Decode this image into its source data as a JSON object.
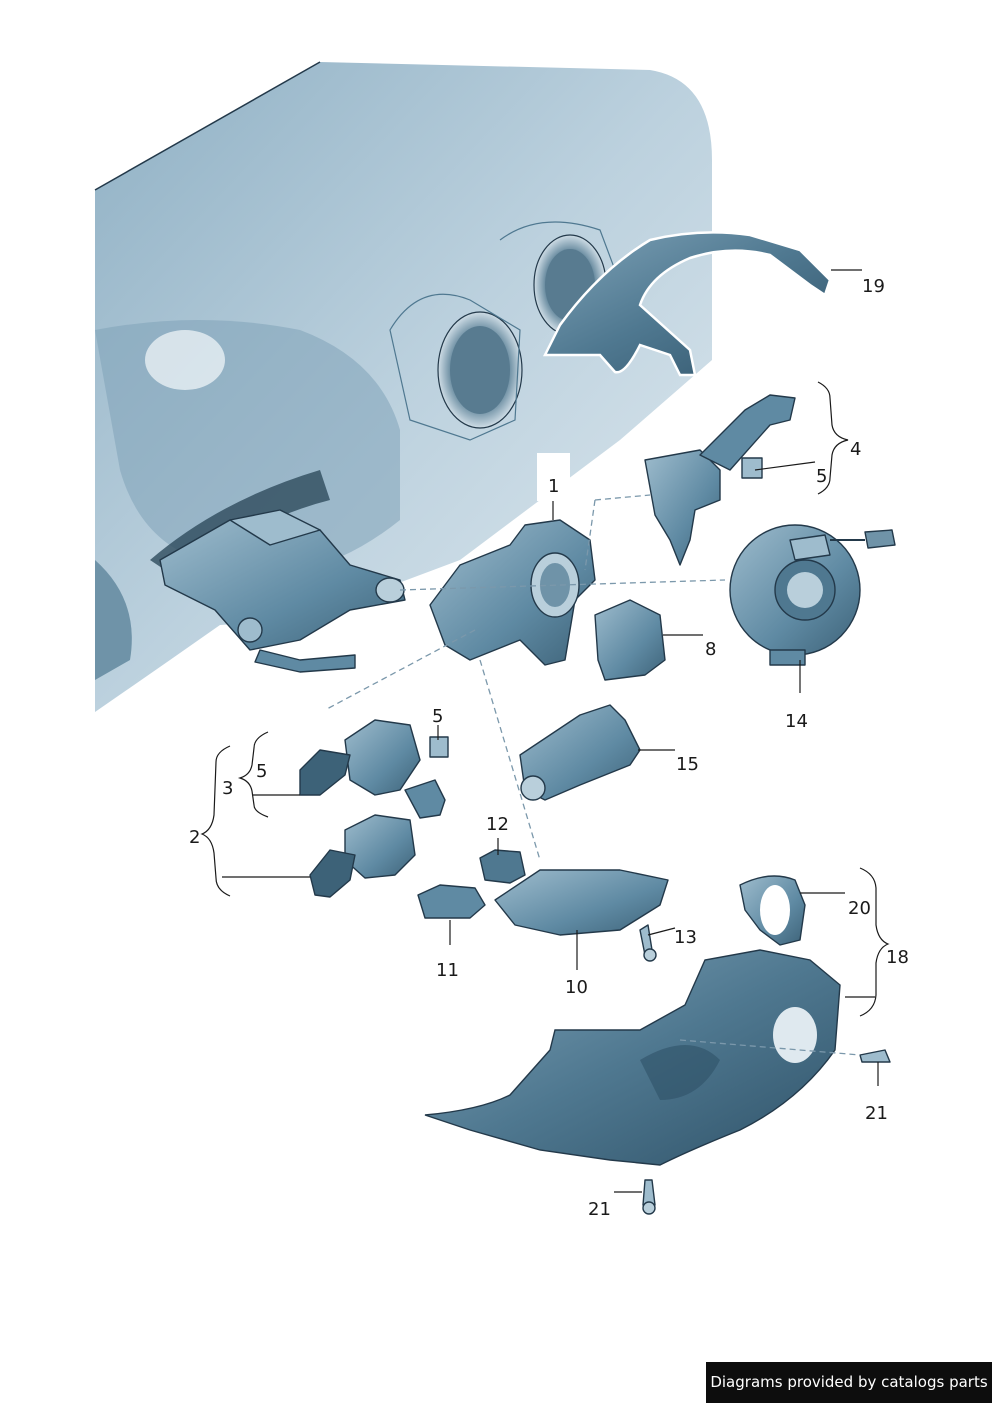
{
  "callouts": {
    "c1": "1",
    "c2": "2",
    "c3": "3",
    "c4": "4",
    "c5a": "5",
    "c5b": "5",
    "c5c": "5",
    "c8": "8",
    "c10": "10",
    "c11": "11",
    "c12": "12",
    "c13": "13",
    "c14": "14",
    "c15": "15",
    "c18": "18",
    "c19": "19",
    "c20": "20",
    "c21a": "21",
    "c21b": "21"
  },
  "footer": {
    "credit": "Diagrams provided by catalogs parts"
  },
  "colors": {
    "dash_base": "#c9d9e3",
    "dash_shadow": "#8fb0c4",
    "part_dark": "#3d6278",
    "part_mid": "#5f8aa3",
    "part_light": "#9ebccd",
    "outline": "#23394a",
    "credit_bg": "#0d0d0d"
  }
}
